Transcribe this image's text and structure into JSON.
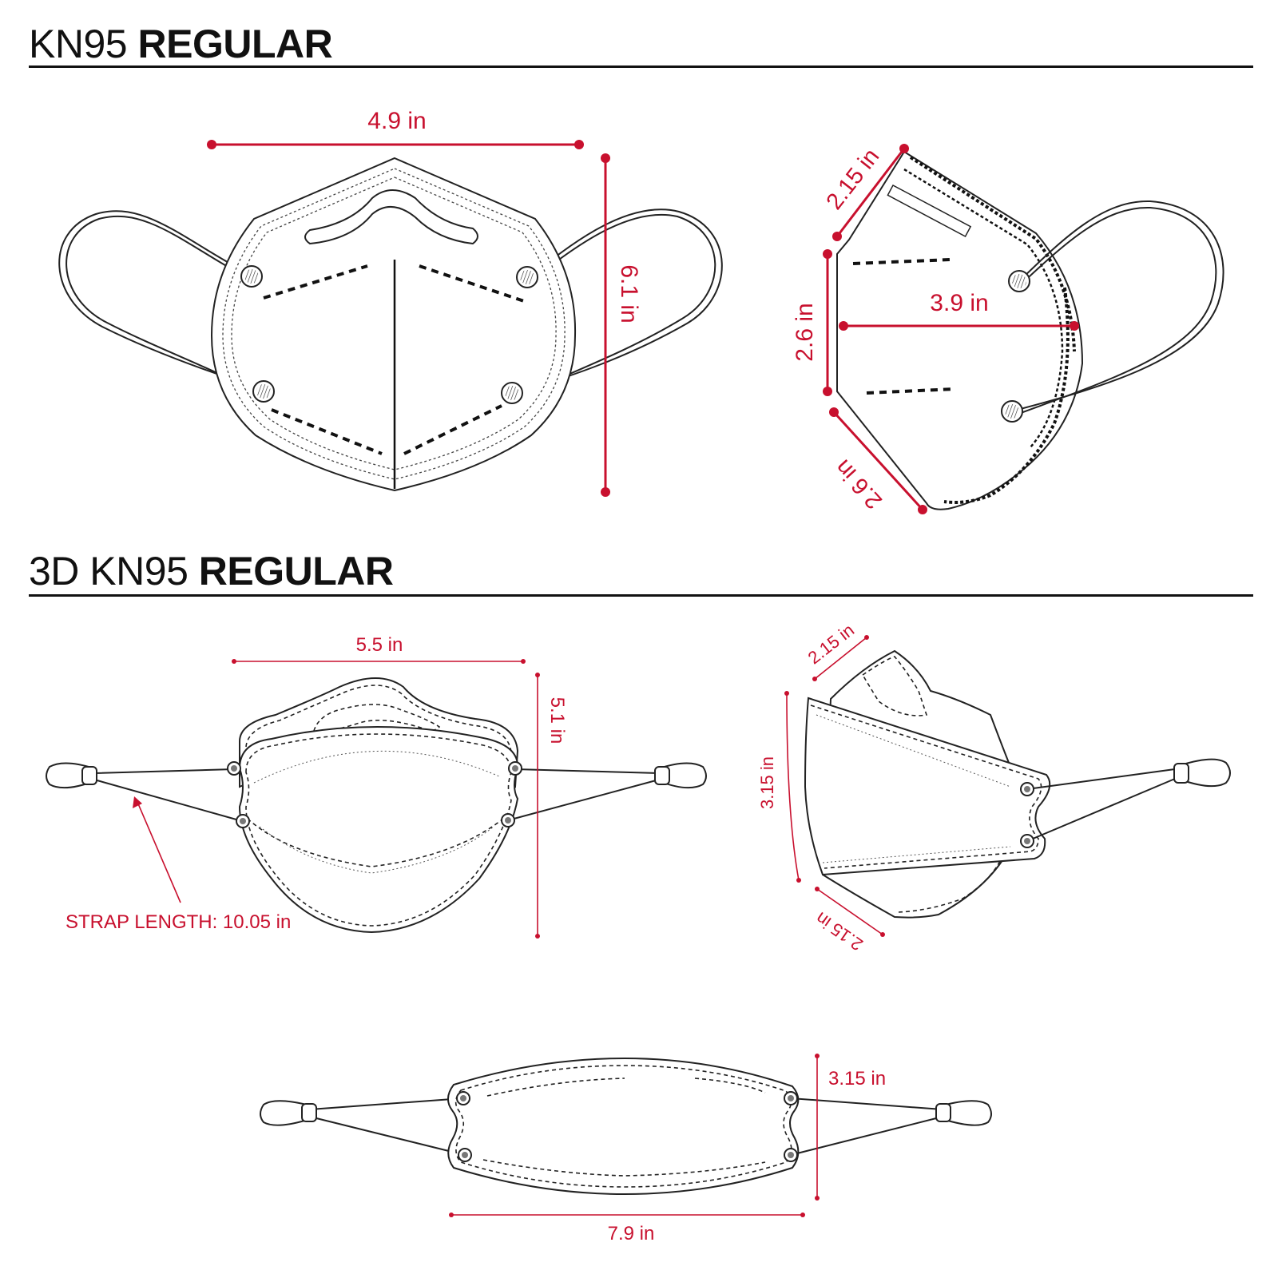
{
  "sections": [
    {
      "title_light": "KN95",
      "title_bold": "REGULAR"
    },
    {
      "title_light": "3D KN95",
      "title_bold": "REGULAR"
    }
  ],
  "dimensions": {
    "kn95_front_width": "4.9 in",
    "kn95_front_height": "6.1 in",
    "kn95_side_top": "2.15 in",
    "kn95_side_middle": "2.6 in",
    "kn95_side_depth": "3.9 in",
    "kn95_side_bottom": "2.6 in",
    "kn95_3d_front_width": "5.5 in",
    "kn95_3d_front_height": "5.1 in",
    "kn95_3d_strap_label": "STRAP LENGTH: 10.05 in",
    "kn95_3d_side_top": "2.15 in",
    "kn95_3d_side_middle": "3.15 in",
    "kn95_3d_side_bottom": "2.15 in",
    "kn95_3d_flat_height": "3.15 in",
    "kn95_3d_flat_width": "7.9 in"
  },
  "colors": {
    "accent": "#c8102e",
    "line": "#222222",
    "rule": "#111111"
  }
}
